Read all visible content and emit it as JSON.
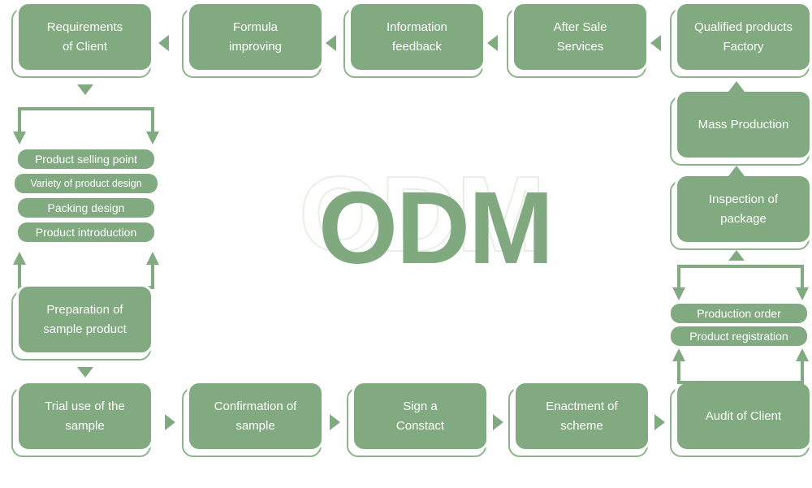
{
  "diagram": {
    "title": "ODM",
    "watermark_text": "ODM",
    "accent_color": "#82aa80",
    "frame_color": "#8fb48d",
    "watermark_outline_color": "#e7efe6",
    "background_color": "#ffffff",
    "text_color": "#ffffff"
  },
  "top_row": {
    "direction": "right-to-left",
    "nodes": [
      {
        "id": "requirements-of-client",
        "line1": "Requirements",
        "line2": "of Client"
      },
      {
        "id": "formula-improving",
        "line1": "Formula",
        "line2": "improving"
      },
      {
        "id": "information-feedback",
        "line1": "Information",
        "line2": "feedback"
      },
      {
        "id": "after-sale-services",
        "line1": "After Sale",
        "line2": "Services"
      },
      {
        "id": "qualified-products-factory",
        "line1": "Qualified products",
        "line2": "Factory"
      }
    ]
  },
  "left_column": {
    "pills": [
      {
        "id": "product-selling-point",
        "label": "Product selling point"
      },
      {
        "id": "variety-of-product-design",
        "label": "Variety of product design"
      },
      {
        "id": "packing-design",
        "label": "Packing design"
      },
      {
        "id": "product-introduction",
        "label": "Product introduction"
      }
    ],
    "nodes": [
      {
        "id": "preparation-of-sample-product",
        "line1": "Preparation of",
        "line2": "sample product"
      }
    ]
  },
  "bottom_row": {
    "direction": "left-to-right",
    "nodes": [
      {
        "id": "trial-use-of-the-sample",
        "line1": "Trial use of the",
        "line2": "sample"
      },
      {
        "id": "confirmation-of-sample",
        "line1": "Confirmation of",
        "line2": "sample"
      },
      {
        "id": "sign-a-constact",
        "line1": "Sign a",
        "line2": "Constact"
      },
      {
        "id": "enactment-of-scheme",
        "line1": "Enactment of",
        "line2": "scheme"
      },
      {
        "id": "audit-of-client",
        "line1": "Audit of Client",
        "line2": ""
      }
    ]
  },
  "right_column": {
    "direction": "bottom-to-top",
    "nodes": [
      {
        "id": "mass-production",
        "line1": "Mass Production",
        "line2": ""
      },
      {
        "id": "inspection-of-package",
        "line1": "Inspection of",
        "line2": "package"
      }
    ],
    "pills": [
      {
        "id": "production-order",
        "label": "Production order"
      },
      {
        "id": "product-registration",
        "label": "Product registration"
      }
    ]
  }
}
